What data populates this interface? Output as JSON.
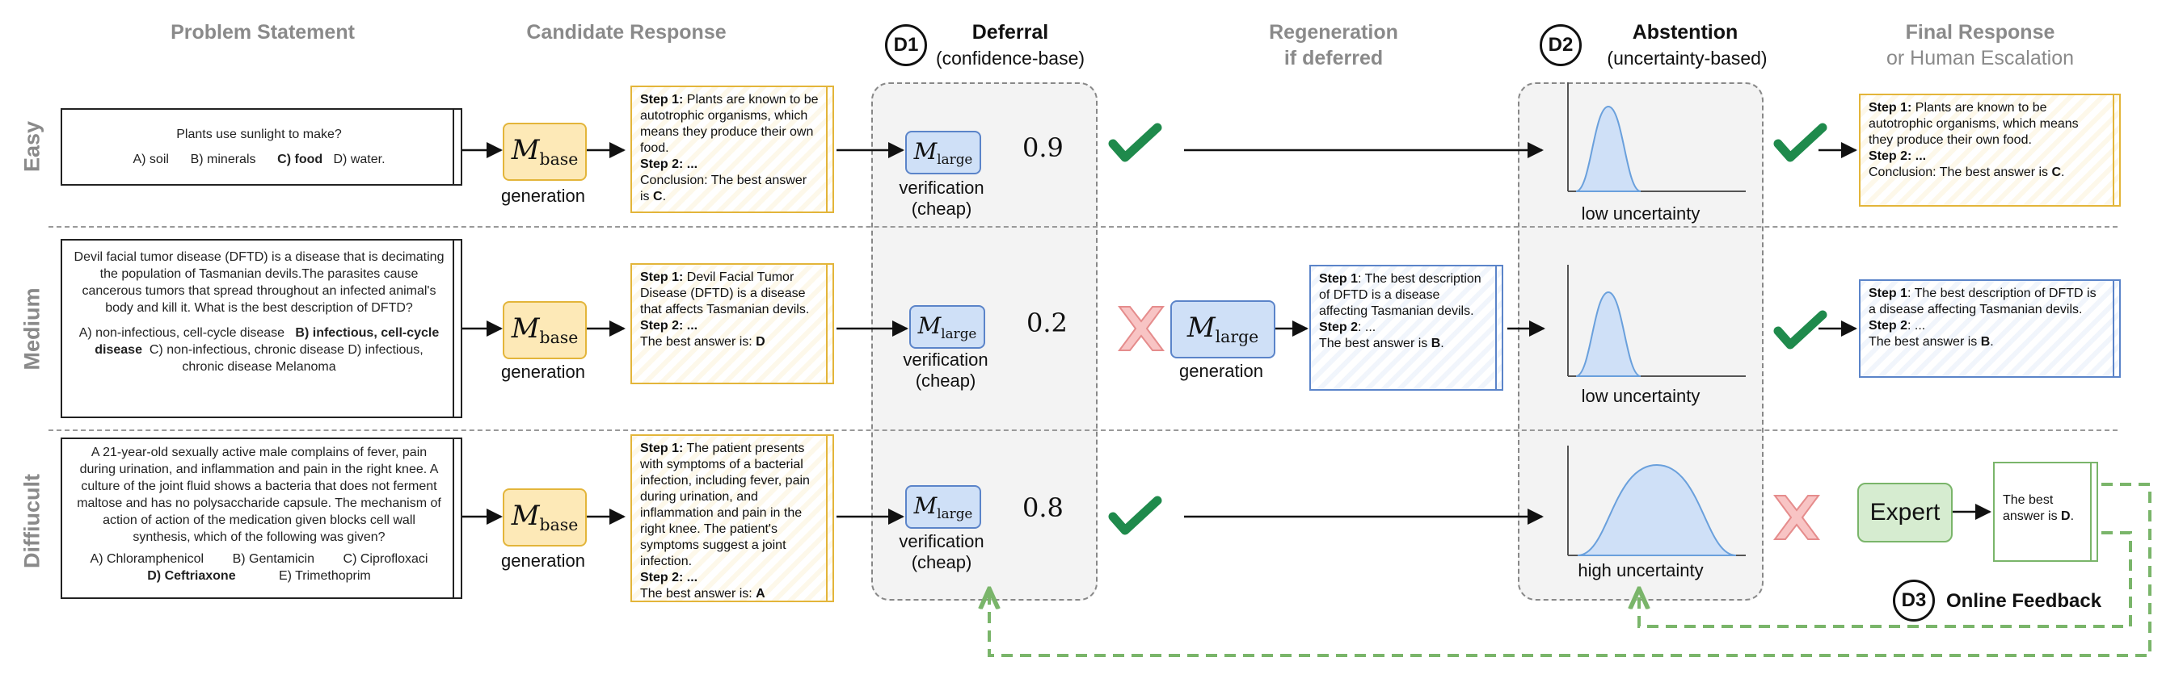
{
  "headers": {
    "problem": "Problem Statement",
    "candidate": "Candidate Response",
    "deferral_badge": "D1",
    "deferral_title": "Deferral",
    "deferral_sub": "(confidence-base)",
    "regen_title": "Regeneration",
    "regen_sub": "if deferred",
    "abstention_badge": "D2",
    "abstention_title": "Abstention",
    "abstention_sub": "(uncertainty-based)",
    "final_title": "Final Response",
    "final_sub": "or Human Escalation"
  },
  "rows": {
    "easy": {
      "label": "Easy",
      "question": "Plants use sunlight to make?",
      "opt_a": "A) soil",
      "opt_b": "B) minerals",
      "opt_c": "C) food",
      "opt_d": "D) water.",
      "step1_label": "Step 1:",
      "step1_text": "Plants are known to be autotrophic organisms, which means they produce their own food.",
      "step2_label": "Step 2: ...",
      "concl_text": "Conclusion: The best answer is ",
      "concl_ans": "C",
      "concl_end": ".",
      "score": "0.9",
      "uncertainty": "low uncertainty",
      "final_step1_label": "Step 1:",
      "final_step1_text": "Plants are known to be autotrophic organisms, which means they produce their own food.",
      "final_step2_label": "Step 2: ...",
      "final_concl": "Conclusion: The best answer is ",
      "final_ans": "C",
      "final_end": "."
    },
    "medium": {
      "label": "Medium",
      "question": "Devil facial tumor disease (DFTD) is a disease that is decimating the population of Tasmanian devils.The parasites cause cancerous tumors that spread throughout an infected animal's body and kill it. What is the best description of DFTD?",
      "opt_a": "A) non-infectious, cell-cycle disease",
      "opt_b": "B) infectious, cell-cycle disease",
      "opt_c": "C) non-infectious, chronic disease",
      "opt_d": "D) infectious, chronic disease Melanoma",
      "step1_label": "Step 1:",
      "step1_text": "Devil Facial Tumor Disease (DFTD) is a disease that affects Tasmanian devils.",
      "step2_label": "Step 2: ...",
      "answer_text": "The best answer is: ",
      "answer_ans": "D",
      "score": "0.2",
      "regen_step1_label": "Step 1",
      "regen_step1_text": ":  The best description of DFTD is a disease affecting Tasmanian devils.",
      "regen_step2_label": "Step 2",
      "regen_step2_text": ": ...",
      "regen_answer": "The best answer is ",
      "regen_ans": "B",
      "regen_end": ".",
      "uncertainty": "low uncertainty",
      "final_step1_label": "Step 1",
      "final_step1_text": ":  The best description of DFTD is a disease affecting Tasmanian devils.",
      "final_step2_label": "Step 2",
      "final_step2_text": ": ...",
      "final_answer": "The best answer is ",
      "final_ans": "B",
      "final_end": "."
    },
    "difficult": {
      "label": "Diffiucult",
      "question": "A 21-year-old sexually active male complains of fever, pain during urination, and inflammation and pain in the right knee. A culture of the joint fluid shows a bacteria that does not ferment maltose and has no polysaccharide capsule. The mechanism of action of action of the medication given blocks cell wall synthesis, which of the following was given?",
      "opt_a": "A) Chloramphenicol",
      "opt_b": "B) Gentamicin",
      "opt_c": "C) Ciprofloxaci",
      "opt_d": "D) Ceftriaxone",
      "opt_e": "E) Trimethoprim",
      "step1_label": "Step 1:",
      "step1_text": "The patient presents with symptoms of a bacterial infection, including fever, pain during urination, and inflammation and pain in the right knee. The patient's symptoms suggest a joint infection.",
      "step2_label": "Step 2: ...",
      "answer_text": "The best answer is: ",
      "answer_ans": "A",
      "score": "0.8",
      "uncertainty": "high uncertainty",
      "expert": "Expert",
      "expert_answer": "The best answer is ",
      "expert_ans": "D",
      "expert_end": "."
    }
  },
  "labels": {
    "generation": "generation",
    "verification": "verification",
    "cheap": "(cheap)",
    "online_feedback_badge": "D3",
    "online_feedback": "Online Feedback"
  },
  "models": {
    "base_letter": "M",
    "base_sub": "base",
    "large_letter": "M",
    "large_sub": "large"
  },
  "colors": {
    "base_fill": "#fde9b7",
    "base_border": "#e3b53a",
    "large_fill": "#cfe0f7",
    "large_border": "#5b84c9",
    "check": "#1f8a4c",
    "cross": "#f4a6a6",
    "feedback": "#7ab56a"
  }
}
